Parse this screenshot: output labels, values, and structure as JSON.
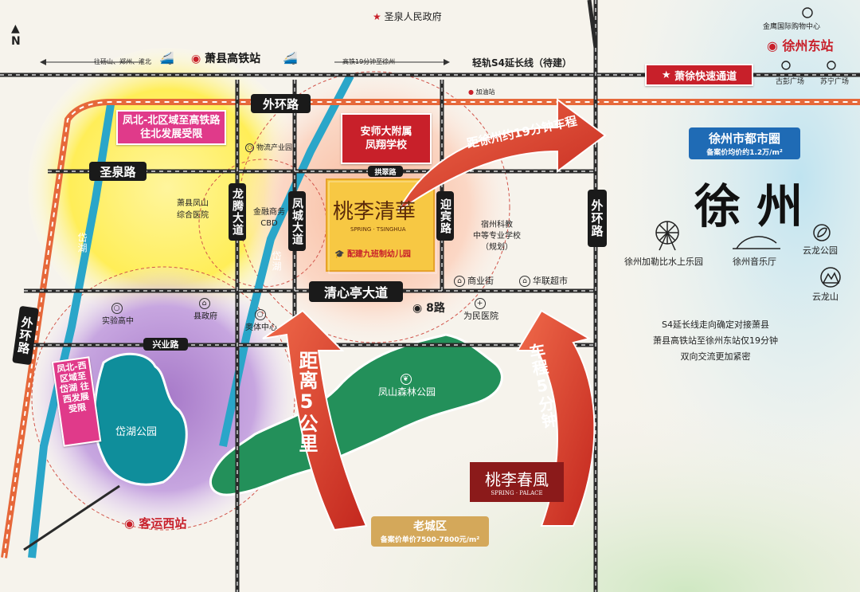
{
  "top": {
    "gov": "圣泉人民政府",
    "hsr_station": "萧县高铁站",
    "hsr_left_note": "往砀山、郑州、淮北",
    "hsr_right_note": "高铁19分钟至徐州",
    "light_rail": "轻轨S4延长线（待建）",
    "express_channel": "萧徐快速通道",
    "gas_station": "加油站"
  },
  "xuzhou": {
    "jinying": "金鹰国际购物中心",
    "east_station": "徐州东站",
    "gupeng": "古彭广场",
    "suning": "苏宁广场",
    "metro_title": "徐州市都市圈",
    "metro_price": "备案价均价约1.2万/m²",
    "city": "徐 州",
    "park1": "徐州加勒比水上乐园",
    "park2": "徐州音乐厅",
    "yunlong_park": "云龙公园",
    "yunlong_mtn": "云龙山",
    "note_line1": "S4延长线走向确定对接萧县",
    "note_line2": "萧县高铁站至徐州东站仅19分钟",
    "note_line3": "双向交流更加紧密"
  },
  "roads": {
    "ring_top": "外环路",
    "shengquan": "圣泉路",
    "longteng": "龙腾大道",
    "fengcheng": "凤城大道",
    "yingbin": "迎宾路",
    "gongcui": "拱翠路",
    "qingxinting": "清心亭大道",
    "ring_right": "外环路",
    "ring_left": "外环路",
    "xingye": "兴业路",
    "road8": "8路",
    "daihu_ch1": "岱湖",
    "daihu_ch2": "岱湖"
  },
  "places": {
    "logistics": "物流产业园",
    "hospital_fs": "萧县凤山\n综合医院",
    "finance_cbd": "金融商务\nCBD",
    "school_name": "安师大附属\n凤翔学校",
    "project_cn": "桃李清華",
    "project_en": "SPRING · TSINGHUA",
    "kindergarten": "配建九班制幼儿园",
    "tech_school": "宿州科教\n中等专业学校\n（规划）",
    "commerce_st": "商业街",
    "hualian": "华联超市",
    "weimin_hosp": "为民医院",
    "experiment_school": "实验高中",
    "county_gov": "县政府",
    "sports_center": "奥体中心",
    "daihu_park": "岱湖公园",
    "fengshan_park": "凤山森林公园",
    "west_bus": "客运西站",
    "spring_palace_cn": "桃李春風",
    "spring_palace_en": "SPRING · PALACE",
    "old_town": "老城区",
    "old_town_price": "备案价单价7500-7800元/m²"
  },
  "callouts": {
    "north": "凤北-北区域至高铁路\n往北发展受限",
    "west": "凤北-西区域至岱湖\n往西发展受限",
    "to_xuzhou": "距徐州约19分钟车程",
    "dist_5km": "距离5公里",
    "drive_5min": "车程5分钟"
  }
}
